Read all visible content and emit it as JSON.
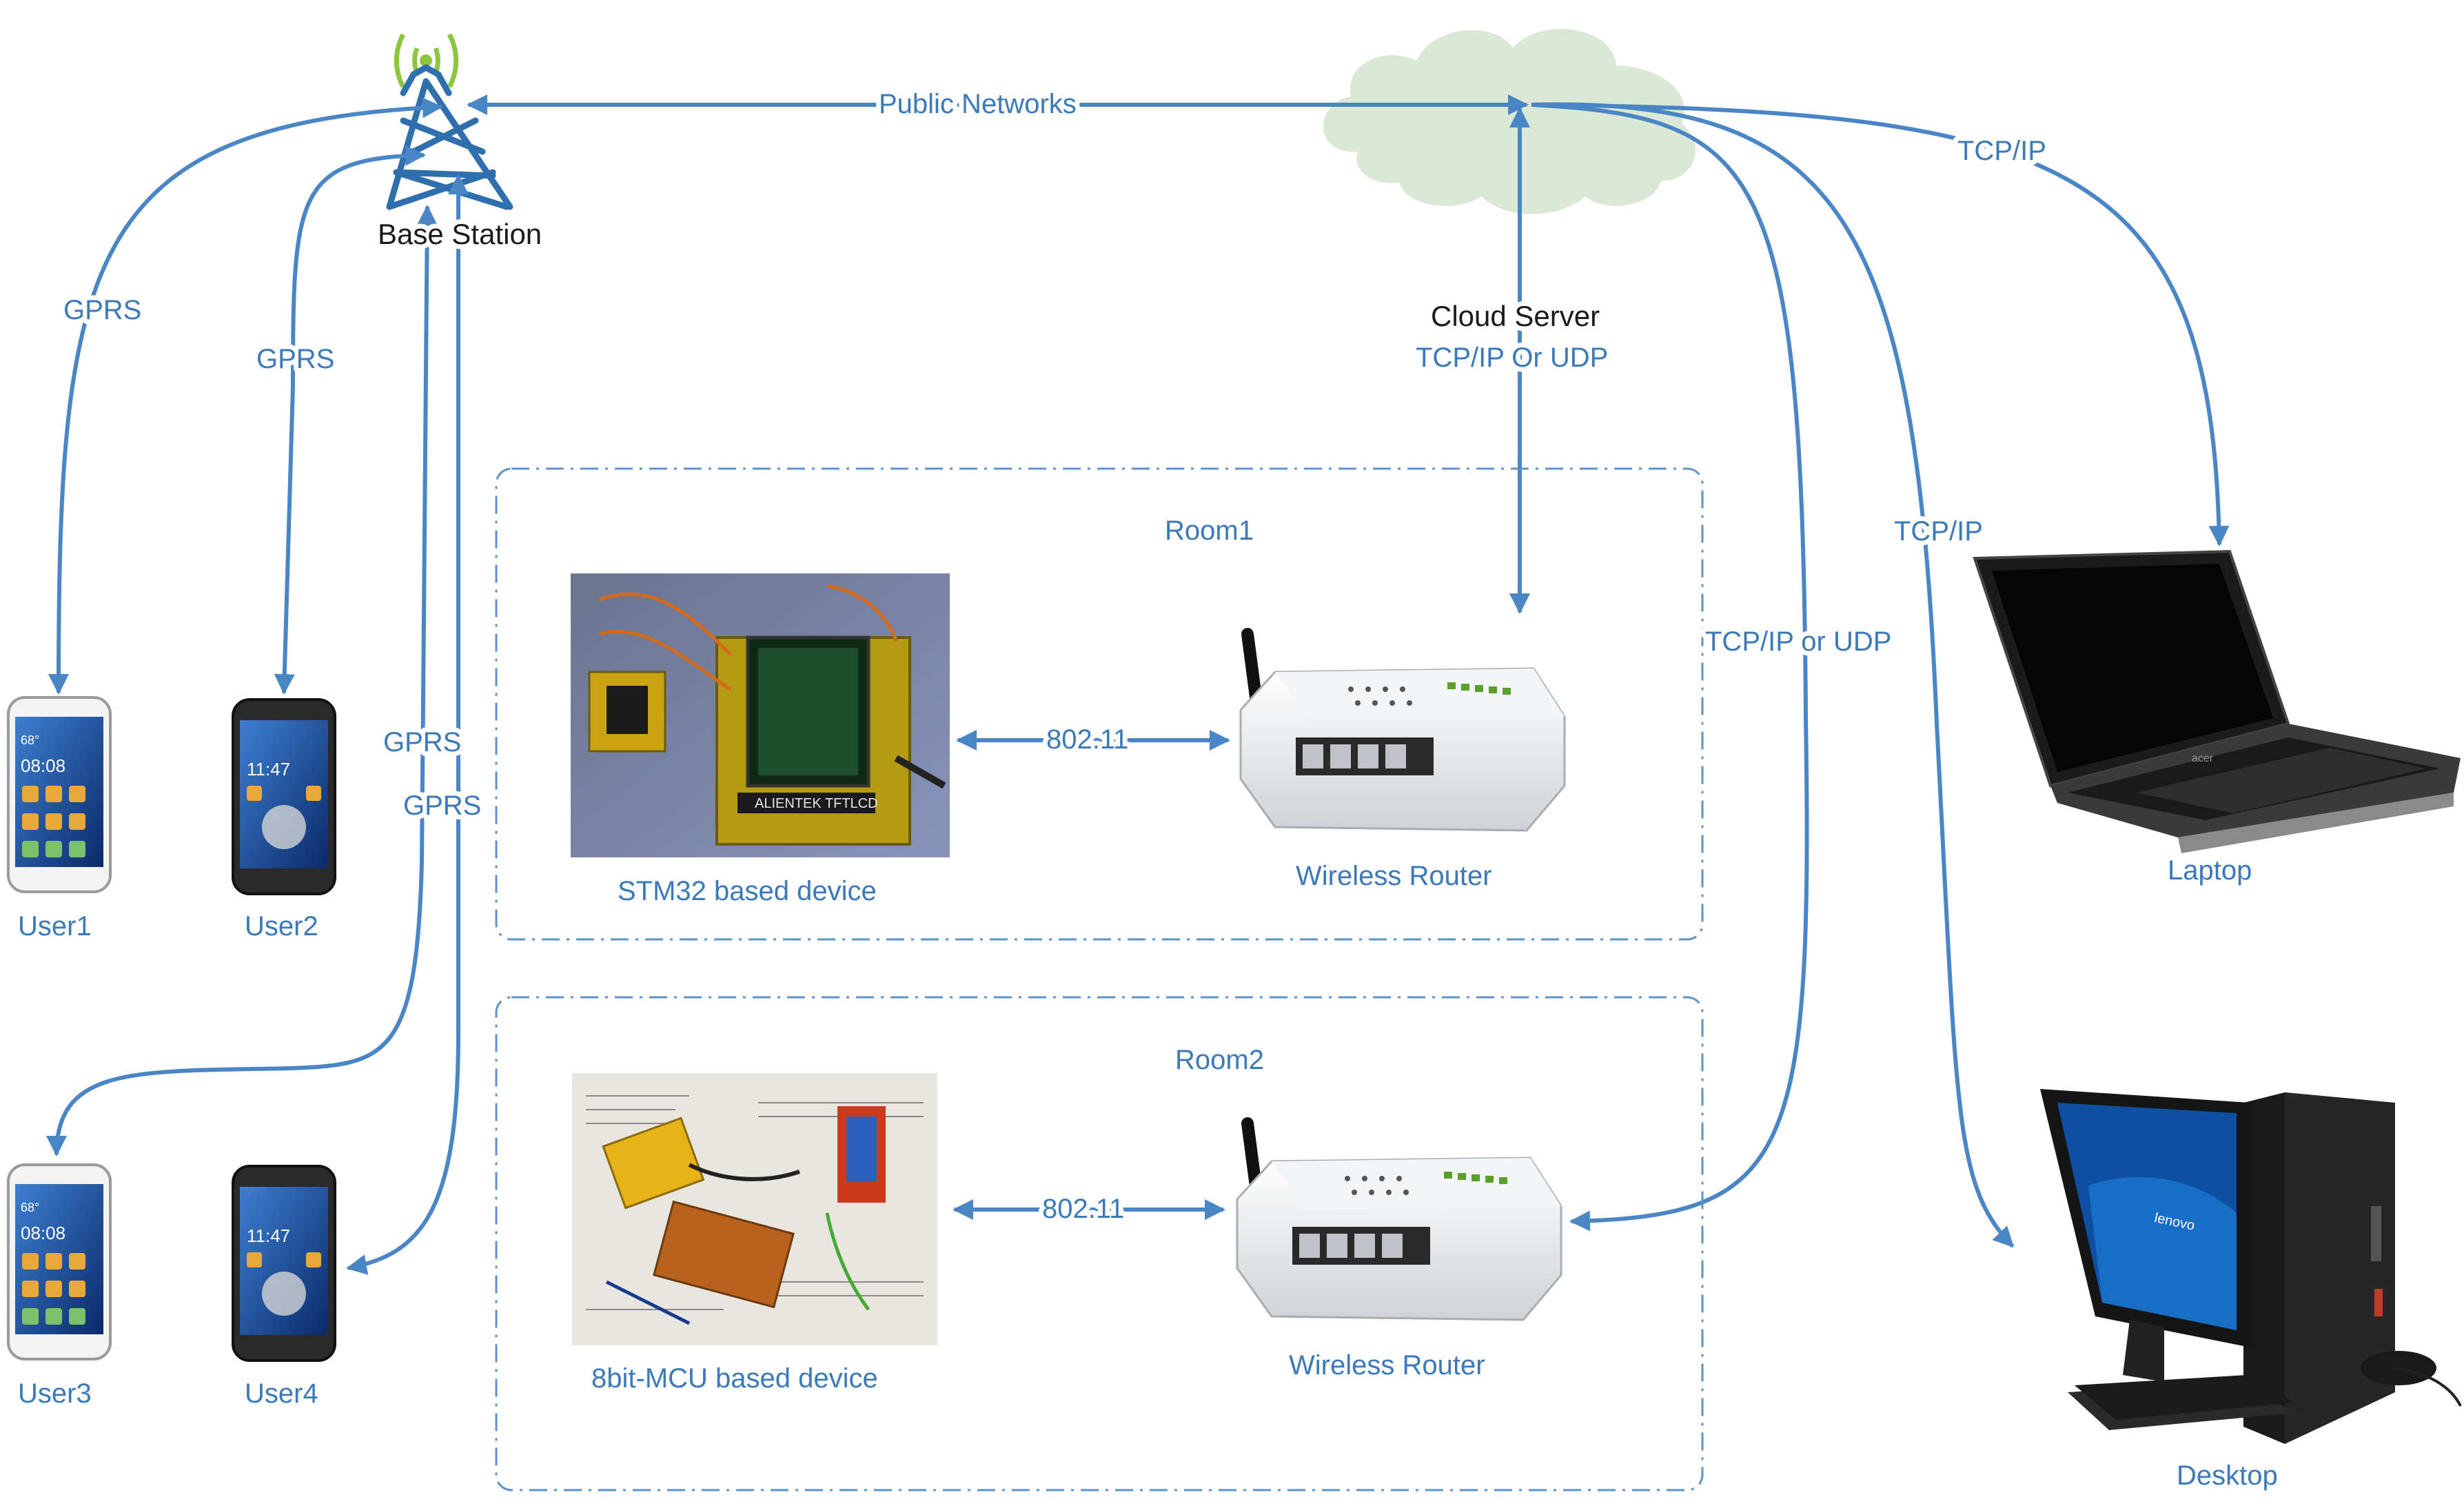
{
  "labels": {
    "base_station": "Base Station",
    "public_networks": "Public Networks",
    "cloud_server": "Cloud Server",
    "cloud_protocol": "TCP/IP Or UDP",
    "gprs_user1": "GPRS",
    "gprs_user2": "GPRS",
    "gprs_user3": "GPRS",
    "gprs_user4": "GPRS",
    "tcpip_laptop": "TCP/IP",
    "tcpip_desktop": "TCP/IP",
    "tcpip_udp_room2": "TCP/IP or UDP"
  },
  "users": [
    "User1",
    "User2",
    "User3",
    "User4"
  ],
  "rooms": [
    {
      "title": "Room1",
      "device_label": "STM32 based device",
      "link_label": "802.11",
      "router_label": "Wireless Router",
      "board_text": "ALIENTEK TFTLCD"
    },
    {
      "title": "Room2",
      "device_label": "8bit-MCU based device",
      "link_label": "802.11",
      "router_label": "Wireless Router"
    }
  ],
  "computers": {
    "laptop": "Laptop",
    "desktop": "Desktop",
    "laptop_brand": "acer",
    "desktop_brand": "lenovo"
  },
  "phone_screen": {
    "clock": "08:08",
    "temp": "68°",
    "clock_alt": "11:47"
  },
  "colors": {
    "link": "#4a86c5",
    "label": "#3b79b8",
    "cloud": "#dbe8d6",
    "tower": "#2f6fae",
    "signal": "#8cc63f"
  }
}
